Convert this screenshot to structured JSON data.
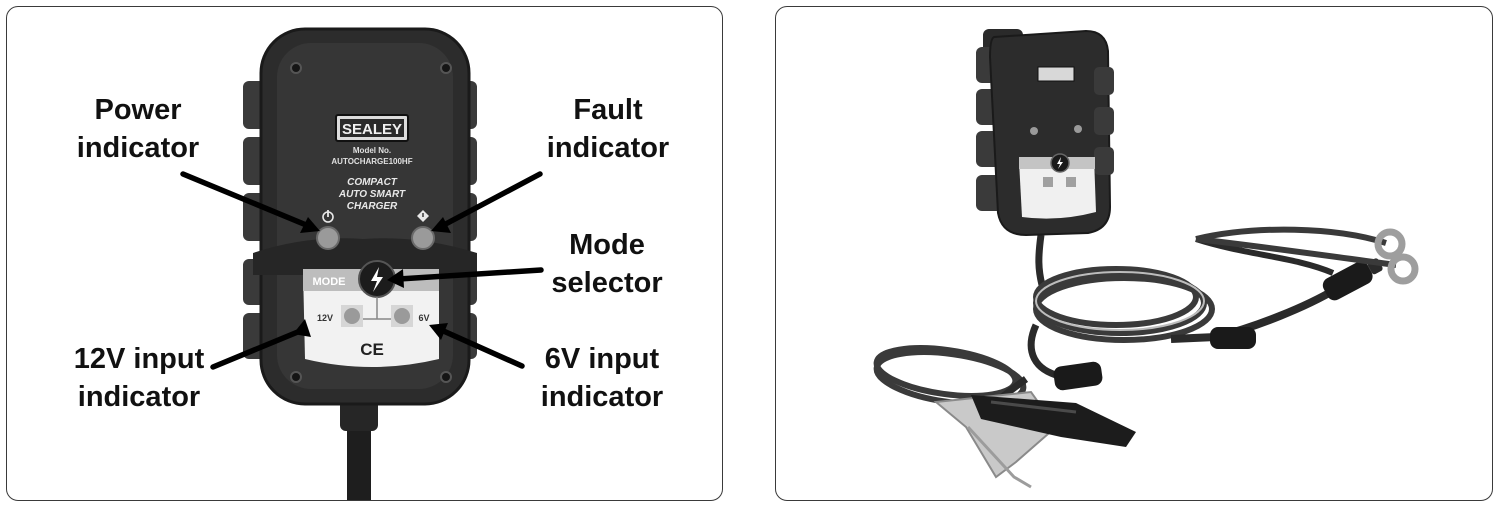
{
  "device": {
    "brand": "SEALEY",
    "model_label": "Model No.",
    "model_number": "AUTOCHARGE100HF",
    "product_name_lines": [
      "COMPACT",
      "AUTO SMART",
      "CHARGER"
    ],
    "mode_label": "MODE",
    "voltage_12": "12V",
    "voltage_6": "6V",
    "ce_mark": "CE"
  },
  "callouts": {
    "power": [
      "Power",
      "indicator"
    ],
    "fault": [
      "Fault",
      "indicator"
    ],
    "mode": [
      "Mode",
      "selector"
    ],
    "v12": [
      "12V input",
      "indicator"
    ],
    "v6": [
      "6V input",
      "indicator"
    ]
  },
  "colors": {
    "body": "#2c2c2c",
    "border": "#3a3a3a",
    "led": "#9a9a9a",
    "label_panel": "#f2f2f2"
  },
  "icons": {
    "power_symbol": "power-icon",
    "fault_symbol": "fault-icon",
    "mode_button": "lightning-icon"
  }
}
